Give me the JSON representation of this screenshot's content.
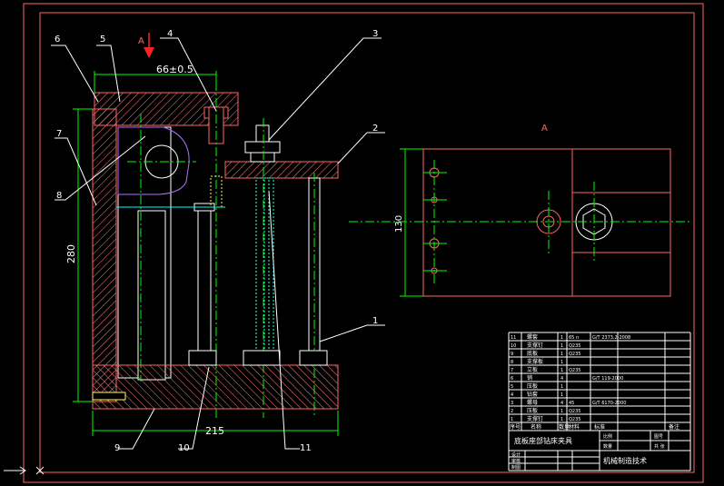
{
  "colors": {
    "background": "#000000",
    "frame": "#ff6666",
    "outline": "#ffffff",
    "dimension": "#00ff00",
    "hatch": "#ff8080",
    "center_line": "#00ff00",
    "leader": "#ffffff",
    "spring": "#33ffcc",
    "violet": "#b070ff",
    "yellow": "#ffff44",
    "cyan": "#00ffff",
    "view_arrow": "#ff2222"
  },
  "view_marker": "A",
  "section_label": "A",
  "dimensions": {
    "top_width": "66±0.5",
    "height": "280",
    "base_width": "215",
    "side_height": "130"
  },
  "balloons": [
    "1",
    "2",
    "3",
    "4",
    "5",
    "6",
    "7",
    "8",
    "9",
    "10",
    "11"
  ],
  "title_block": {
    "title": "底板座部钻床夹具",
    "company": "机械制造技术",
    "header": {
      "no": "序号",
      "name": "名称",
      "qty": "数量",
      "material": "材料",
      "standard": "标准",
      "remark": "备注"
    },
    "sign_labels": [
      "设计",
      "审核",
      "制图"
    ],
    "meta_labels": [
      "比例",
      "数量",
      "图号",
      "共 张"
    ],
    "rows": [
      {
        "no": "11",
        "name": "螺套",
        "qty": "1",
        "material": "65 n",
        "standard": "G/T 2373.2-2008"
      },
      {
        "no": "10",
        "name": "支撑钉",
        "qty": "1",
        "material": "Q235",
        "standard": ""
      },
      {
        "no": "9",
        "name": "底板",
        "qty": "1",
        "material": "Q235",
        "standard": ""
      },
      {
        "no": "8",
        "name": "支撑板",
        "qty": "1",
        "material": "",
        "standard": ""
      },
      {
        "no": "7",
        "name": "立板",
        "qty": "1",
        "material": "Q235",
        "standard": ""
      },
      {
        "no": "6",
        "name": "销",
        "qty": "4",
        "material": "",
        "standard": "G/T 119-2000"
      },
      {
        "no": "5",
        "name": "压板",
        "qty": "1",
        "material": "",
        "standard": ""
      },
      {
        "no": "4",
        "name": "钻套",
        "qty": "1",
        "material": "",
        "standard": ""
      },
      {
        "no": "3",
        "name": "螺母",
        "qty": "4",
        "material": "45",
        "standard": "G/T 6170-2000"
      },
      {
        "no": "2",
        "name": "压板",
        "qty": "1",
        "material": "Q235",
        "standard": ""
      },
      {
        "no": "1",
        "name": "支撑钉",
        "qty": "1",
        "material": "Q235",
        "standard": ""
      }
    ]
  }
}
